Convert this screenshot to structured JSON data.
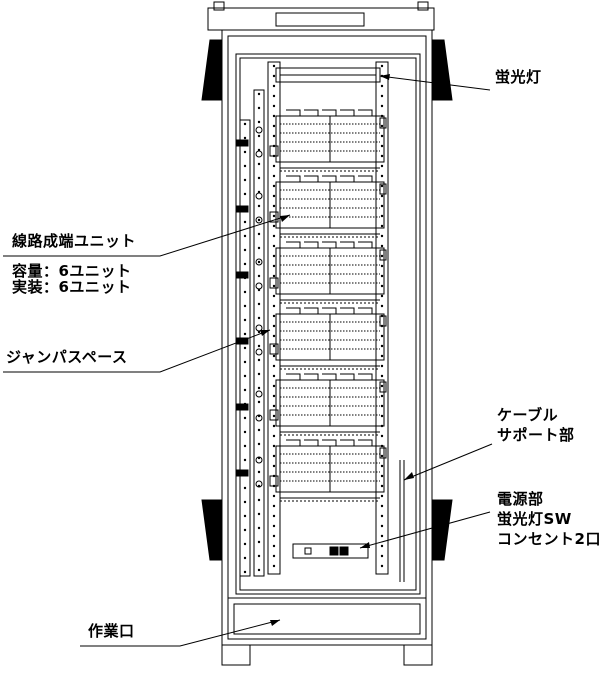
{
  "labels": {
    "fluorescent": "蛍光灯",
    "line_unit": "線路成端ユニット",
    "capacity": "容量：6ユニット",
    "installed": "実装：6ユニット",
    "jumper_space": "ジャンパスペース",
    "cable_support_1": "ケーブル",
    "cable_support_2": "サポート部",
    "power_1": "電源部",
    "power_2": "蛍光灯SW",
    "power_3": "コンセント2口",
    "work_port": "作業口"
  },
  "colors": {
    "line": "#000000",
    "background": "#ffffff"
  },
  "units": {
    "count": 6
  }
}
